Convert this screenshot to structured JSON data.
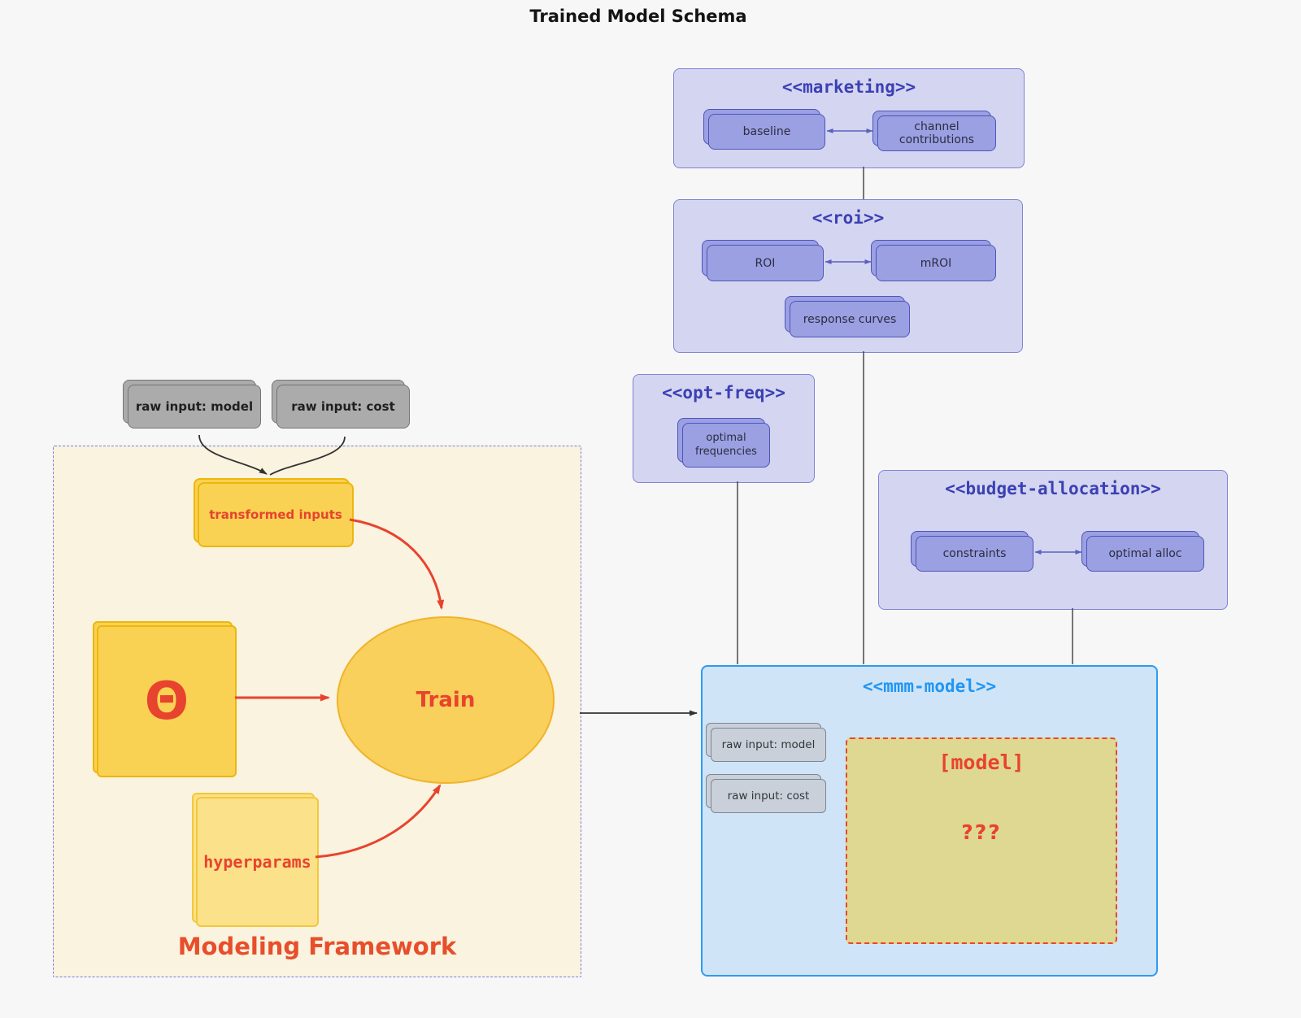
{
  "title": "Trained Model Schema",
  "marketing": {
    "title": "<<marketing>>",
    "baseline": "baseline",
    "channel_contributions": "channel contributions"
  },
  "roi": {
    "title": "<<roi>>",
    "roi": "ROI",
    "mroi": "mROI",
    "response_curves": "response curves"
  },
  "opt_freq": {
    "title": "<<opt-freq>>",
    "optimal_frequencies": "optimal frequencies"
  },
  "budget": {
    "title": "<<budget-allocation>>",
    "constraints": "constraints",
    "optimal_alloc": "optimal alloc"
  },
  "mmm": {
    "title": "<<mmm-model>>",
    "raw_input_model": "raw input: model",
    "raw_input_cost": "raw input: cost",
    "model_label": "[model]",
    "model_placeholder": "???"
  },
  "inputs": {
    "raw_input_model": "raw input: model",
    "raw_input_cost": "raw input: cost"
  },
  "framework": {
    "label": "Modeling Framework",
    "transformed_inputs": "transformed inputs",
    "theta": "Θ",
    "train": "Train",
    "hyperparams": "hyperparams"
  },
  "colors": {
    "accent_red": "#e8432e",
    "purple_container": "#d4d5f0",
    "purple_node": "#9aa0e2",
    "mmm_blue_border": "#2f9bf0",
    "model_box_fill": "#dfd892",
    "framework_fill": "#f9f3df",
    "yellow_node": "#f9d254",
    "gray_node": "#ababab"
  }
}
